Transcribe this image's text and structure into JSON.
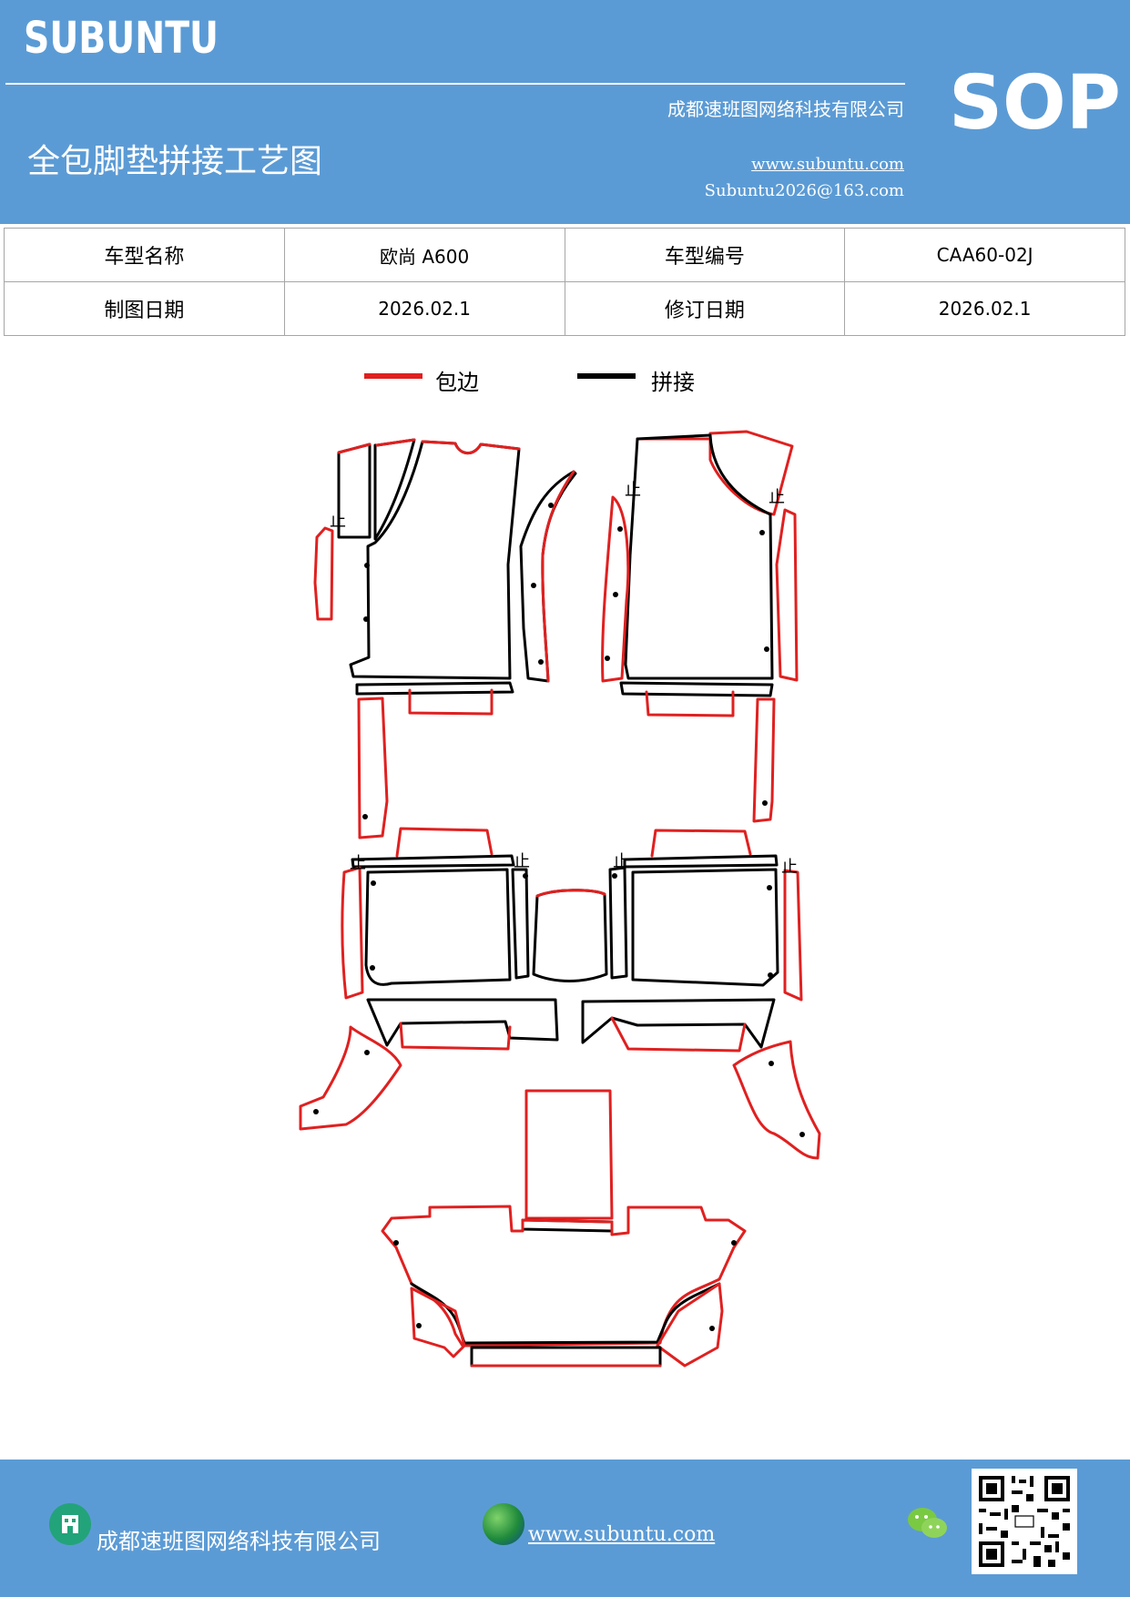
{
  "header": {
    "brand": "SUBUNTU",
    "company": "成都速班图网络科技有限公司",
    "title": "全包脚垫拼接工艺图",
    "website": "www.subuntu.com",
    "email": "Subuntu2026@163.com",
    "sop": "SOP",
    "color": "#5b9bd5"
  },
  "info": {
    "row1": [
      "车型名称",
      "欧尚 A600",
      "车型编号",
      "CAA60-02J"
    ],
    "row2": [
      "制图日期",
      "2026.02.1",
      "修订日期",
      "2026.02.1"
    ]
  },
  "legend": {
    "edge_label": "包边",
    "edge_color": "#e02020",
    "joint_label": "拼接",
    "joint_color": "#000000"
  },
  "diagram": {
    "marker_char": "止"
  },
  "footer": {
    "company": "成都速班图网络科技有限公司",
    "website": "www.subuntu.com",
    "company_icon": "building-icon",
    "website_icon": "globe-icon",
    "social_icon": "wechat-icon",
    "qr_icon": "qr-code"
  }
}
